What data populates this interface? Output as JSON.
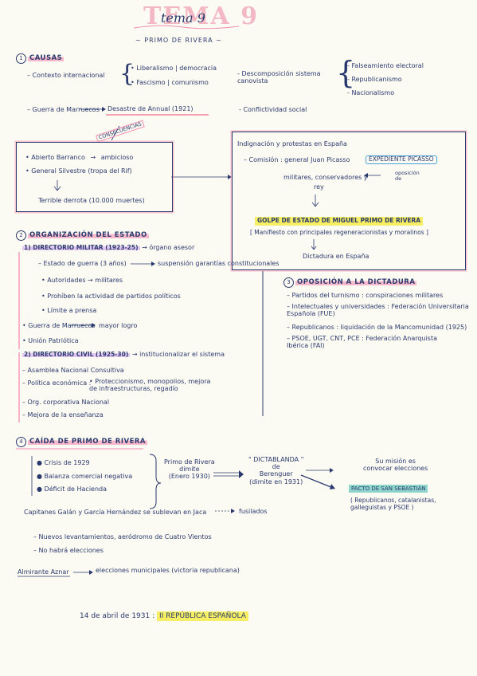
{
  "header": {
    "tema_label": "TEMA 9",
    "tema_script": "tema 9",
    "subtitle": "~ PRIMO DE RIVERA ~"
  },
  "causas": {
    "number": "1",
    "heading": "CAUSAS",
    "contexto": "Contexto internacional",
    "ctx_items": [
      "Liberalismo | democracia",
      "Fascismo | comunismo"
    ],
    "descomposicion": "Descomposición sistema\ncanovista",
    "desc_items": [
      "Falseamiento electoral",
      "Republicanismo",
      "Nacionalismo"
    ],
    "guerra": "Guerra de Marruecos",
    "desastre": "Desastre de Annual (1921)",
    "conflictividad": "Conflictividad social",
    "consecuencias": "CONSECUENCIAS",
    "left_box": {
      "line1": "Abierto Barranco",
      "line1b": "ambicioso",
      "line2": "General Silvestre (tropa del Rif)",
      "line3": "Terrible derrota (10.000 muertes)"
    },
    "right_box": {
      "line1": "Indignación y protestas en España",
      "comision": "Comisión : general Juan Picasso",
      "expediente": "EXPEDIENTE PICASSO",
      "militares": "militares, conservadores y",
      "rey": "rey",
      "oposicion": "oposición\nde",
      "golpe": "GOLPE DE ESTADO DE MIGUEL PRIMO DE RIVERA",
      "manifiesto": "[ Manifiesto con principales regeneracionistas y moralinos ]",
      "dictadura": "Dictadura en España"
    }
  },
  "organizacion": {
    "number": "2",
    "heading": "ORGANIZACIÓN DEL ESTADO",
    "dir_militar": "1) DIRECTORIO MILITAR (1923-25)",
    "dir_militar_note": "órgano asesor",
    "militar_items": [
      "Estado de guerra (3 años)",
      "Autoridades → militares",
      "Prohíben la actividad de partidos políticos",
      "Límite a prensa"
    ],
    "suspension": "suspensión garantías constitucionales",
    "guerra_marruecos": "Guerra de Marruecos",
    "mayor_logro": "mayor logro",
    "union": "Unión Patriótica",
    "dir_civil": "2) DIRECTORIO CIVIL (1925-30)",
    "dir_civil_note": "institucionalizar el sistema",
    "civil_items": [
      "Asamblea Nacional Consultiva",
      "Política económica :",
      "Org. corporativa Nacional",
      "Mejora de la enseñanza"
    ],
    "economica_detail": "Proteccionismo, monopolios, mejora\nde infraestructuras, regadío"
  },
  "oposicion": {
    "number": "3",
    "heading": "OPOSICIÓN A LA DICTADURA",
    "items": [
      "Partidos del turnismo : conspiraciones militares",
      "Intelectuales y universidades : Federación Universitaria\nEspañola (FUE)",
      "Republicanos : liquidación de la Mancomunidad (1925)",
      "PSOE, UGT, CNT, PCE : Federación Anarquista\nIbérica (FAI)"
    ]
  },
  "caida": {
    "number": "4",
    "heading": "CAÍDA DE PRIMO DE RIVERA",
    "items": [
      "Crisis de 1929",
      "Balanza comercial negativa",
      "Déficit de Hacienda"
    ],
    "primo_dimite": "Primo de Rivera\ndimite\n(Enero 1930)",
    "dictablanda": "\" DICTABLANDA \"\nde\nBerenguer\n(dimite en 1931)",
    "mision": "Su misión es\nconvocar elecciones",
    "pacto": "PACTO DE SAN SEBASTIÁN",
    "pacto_detail": "( Republicanos, catalanistas,\ngalleguistas y PSOE )",
    "capitanes": "Capitanes Galán y García Hernández se sublevan en Jaca",
    "fusilados": "fusilados",
    "sub_items": [
      "Nuevos levantamientos, aeródromo de Cuatro Vientos",
      "No habrá elecciones"
    ],
    "almirante": "Almirante Aznar",
    "elecciones": "elecciones municipales (victoria republicana)",
    "fecha": "14 de abril de 1931 :",
    "republica": "II REPÚBLICA ESPAÑOLA"
  },
  "colors": {
    "ink": "#2b3a6e",
    "pink": "#f9b9cc",
    "yellow": "#f6ee63",
    "teal": "#8ed6cc",
    "lilac": "#e3c8f2"
  }
}
